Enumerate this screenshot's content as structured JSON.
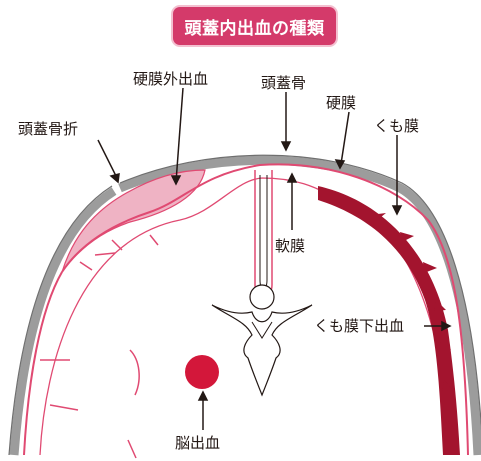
{
  "title": "頭蓋内出血の種類",
  "labels": {
    "skull_fracture": "頭蓋骨折",
    "epidural_hemorrhage": "硬膜外出血",
    "skull": "頭蓋骨",
    "dura_mater": "硬膜",
    "arachnoid": "くも膜",
    "pia_mater": "軟膜",
    "subarachnoid_hemorrhage": "くも膜下出血",
    "intracerebral_hemorrhage": "脳出血"
  },
  "colors": {
    "title_bg": "#d43a6a",
    "skull": "#9c9c9c",
    "dura": "#e04a72",
    "hematoma": "#efb3c4",
    "subarachnoid": "#a3142e",
    "intracerebral": "#d3173a",
    "line": "#231815"
  }
}
